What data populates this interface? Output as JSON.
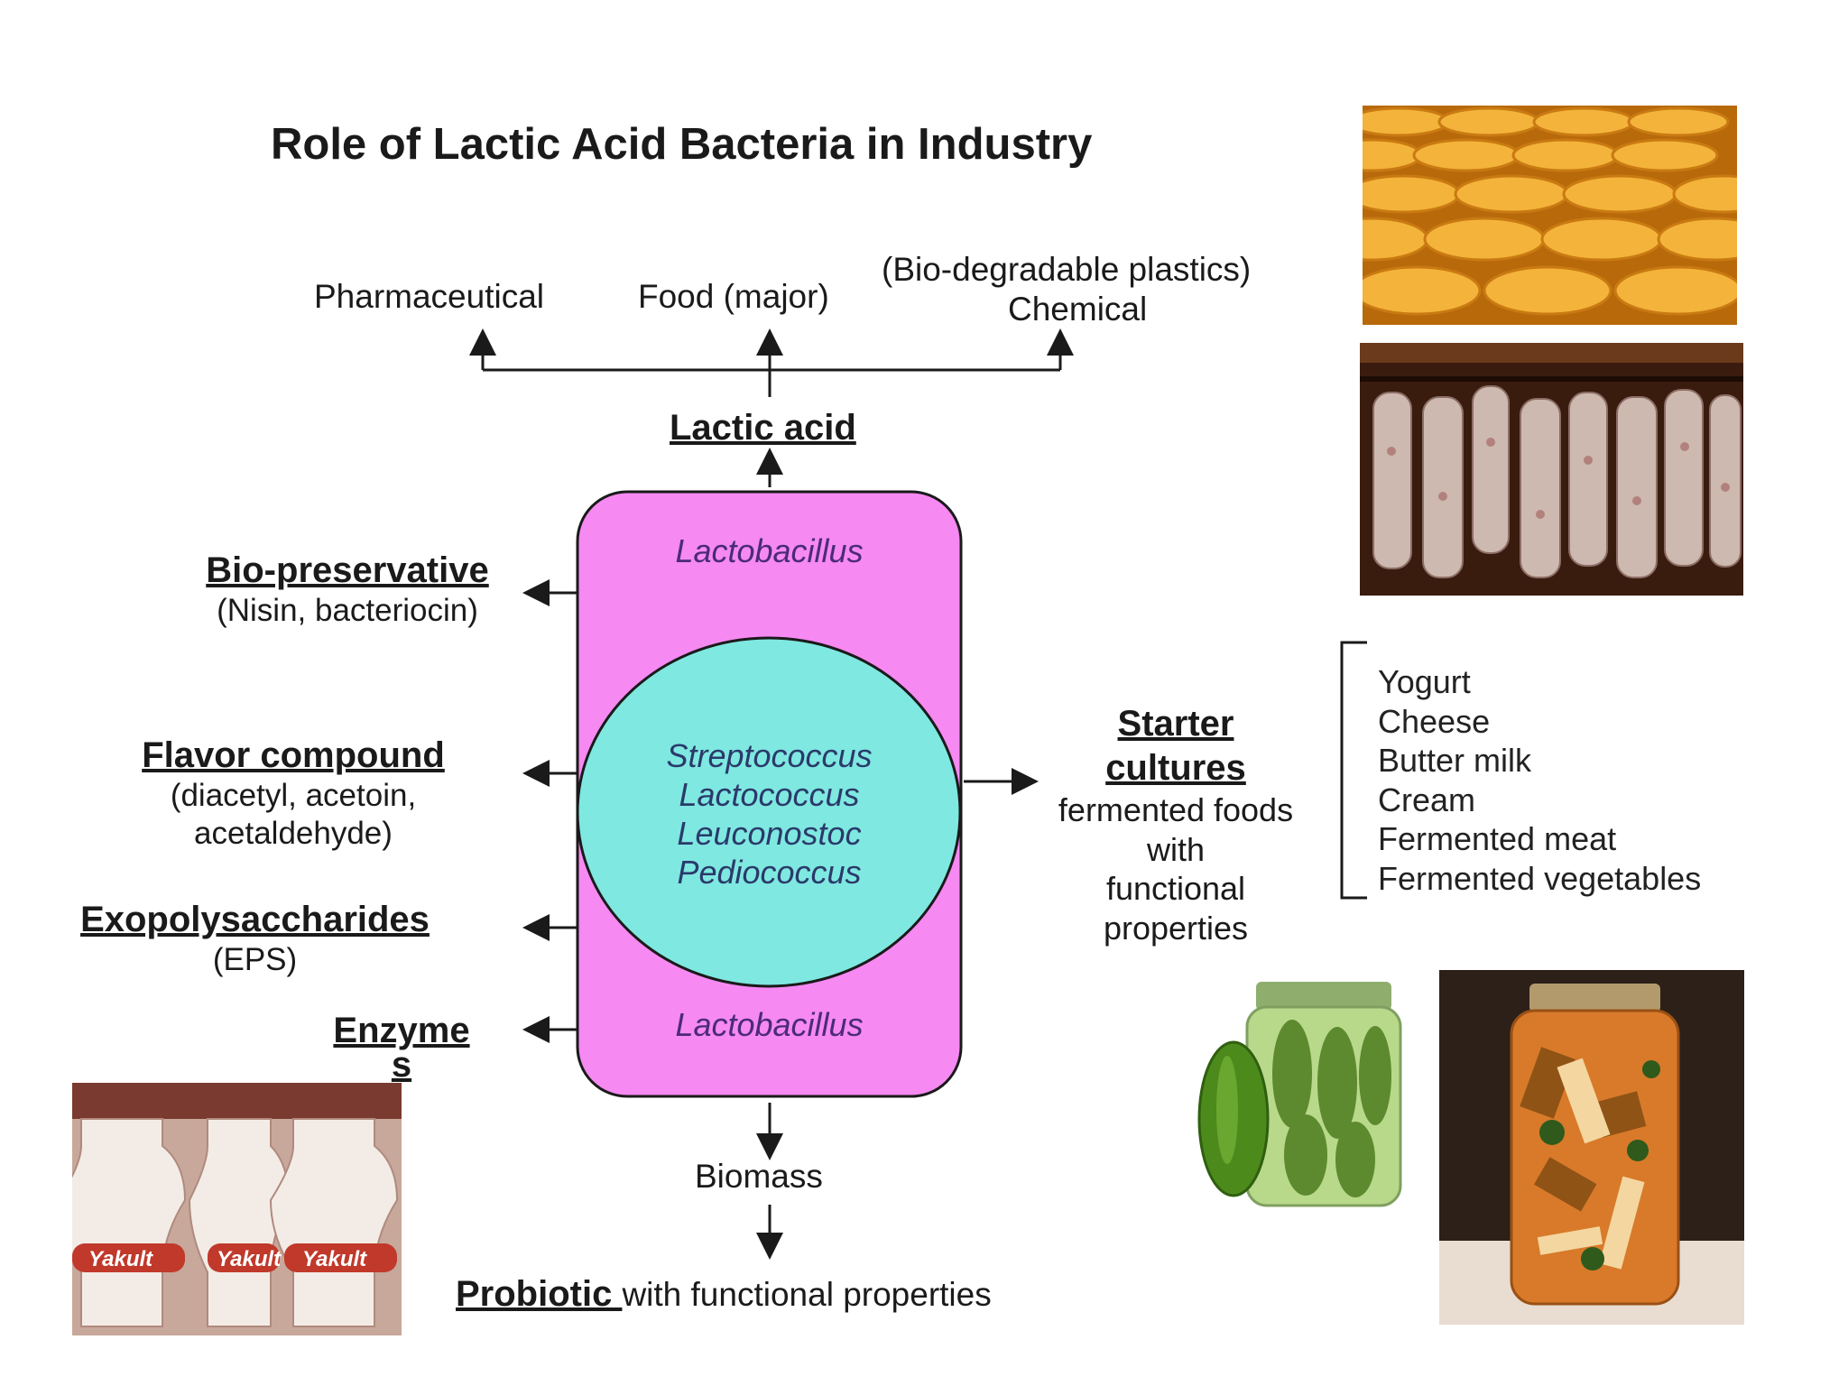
{
  "title": "Role of Lactic Acid Bacteria in Industry",
  "top_uses": {
    "pharmaceutical": "Pharmaceutical",
    "food": "Food (major)",
    "chemical_note": "(Bio-degradable plastics)",
    "chemical": "Chemical"
  },
  "lactic_acid": "Lactic acid",
  "core": {
    "top_genus": "Lactobacillus",
    "circle_genera": [
      "Streptococcus",
      "Lactococcus",
      "Leuconostoc",
      "Pediococcus"
    ],
    "bottom_genus": "Lactobacillus"
  },
  "left_products": {
    "biopreservative": {
      "head": "Bio-preservative",
      "sub": "(Nisin, bacteriocin)"
    },
    "flavor": {
      "head": "Flavor compound",
      "sub1": "(diacetyl, acetoin,",
      "sub2": "acetaldehyde)"
    },
    "eps": {
      "head": "Exopolysaccharides",
      "sub": "(EPS)"
    },
    "enzymes": {
      "head_line1": "Enzyme",
      "head_line2": "s"
    }
  },
  "starter": {
    "head_line1": "Starter",
    "head_line2": "cultures",
    "desc": [
      "fermented foods",
      "with",
      "functional",
      "properties"
    ]
  },
  "foods": [
    "Yogurt",
    "Cheese",
    "Butter milk",
    "Cream",
    "Fermented meat",
    "Fermented vegetables"
  ],
  "biomass": "Biomass",
  "probiotic": {
    "head": "Probiotic ",
    "rest": "with functional properties"
  },
  "photos": {
    "cheese": "cheese-wheels-photo",
    "salami": "hanging-salami-photo",
    "pickles": "pickles-jar-photo",
    "kimchi": "fermented-vegetables-jar-photo",
    "yakult": "yakult-bottles-photo",
    "yakult_brand": "Yakult"
  },
  "colors": {
    "rounded_box": "#f689f2",
    "circle": "#7fe8e0",
    "genus_text": "#4b2a7a"
  }
}
